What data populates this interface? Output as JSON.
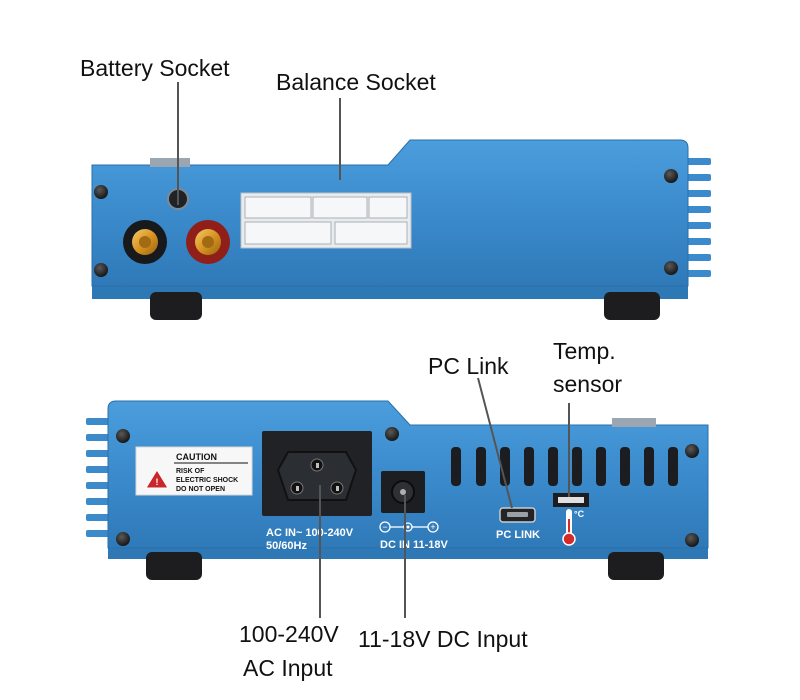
{
  "callouts": {
    "battery_socket": "Battery Socket",
    "balance_socket": "Balance Socket",
    "pc_link": "PC Link",
    "temp_sensor_line1": "Temp.",
    "temp_sensor_line2": "sensor",
    "ac_input_line1": "100-240V",
    "ac_input_line2": "AC Input",
    "dc_input": "11-18V DC Input"
  },
  "panel_text": {
    "caution_title": "CAUTION",
    "caution_line1": "RISK OF",
    "caution_line2": "ELECTRIC SHOCK",
    "caution_line3": "DO NOT OPEN",
    "ac_line1": "AC IN~ 100-240V",
    "ac_line2": "50/60Hz",
    "dc_polarity_minus": "−",
    "dc_polarity_plus": "+",
    "dc_label": "DC IN 11-18V",
    "pc_link_label": "PC LINK",
    "temp_unit": "°C"
  },
  "colors": {
    "housing_blue": "#3e8fd0",
    "housing_dark": "#2a6fa9",
    "rubber_foot": "#1d1d1f",
    "gold_connector": "#e0a12e",
    "red_connector": "#b3241c",
    "caution_red": "#c9252a",
    "temp_red": "#d42a2a"
  }
}
